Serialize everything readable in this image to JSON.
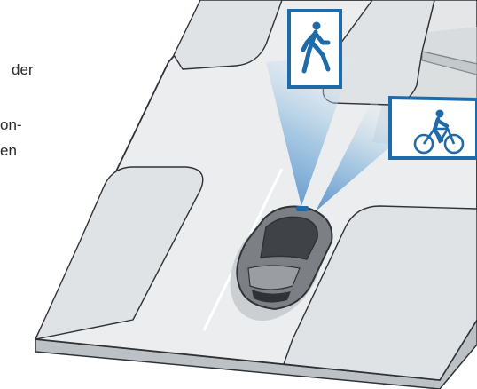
{
  "text_fragments": [
    "der",
    "on-",
    "en"
  ],
  "signs": [
    {
      "name": "pedestrian-sign",
      "icon": "pedestrian-icon"
    },
    {
      "name": "bicycle-sign",
      "icon": "bicycle-icon"
    }
  ],
  "colors": {
    "road": "#ebedee",
    "road_side": "#bcc1c5",
    "outline": "#2f3236",
    "sign_blue": "#1f6aa8",
    "sensor_beam": "#7fb1d9",
    "car_body": "#7c7f83",
    "car_window": "#3f4246"
  }
}
